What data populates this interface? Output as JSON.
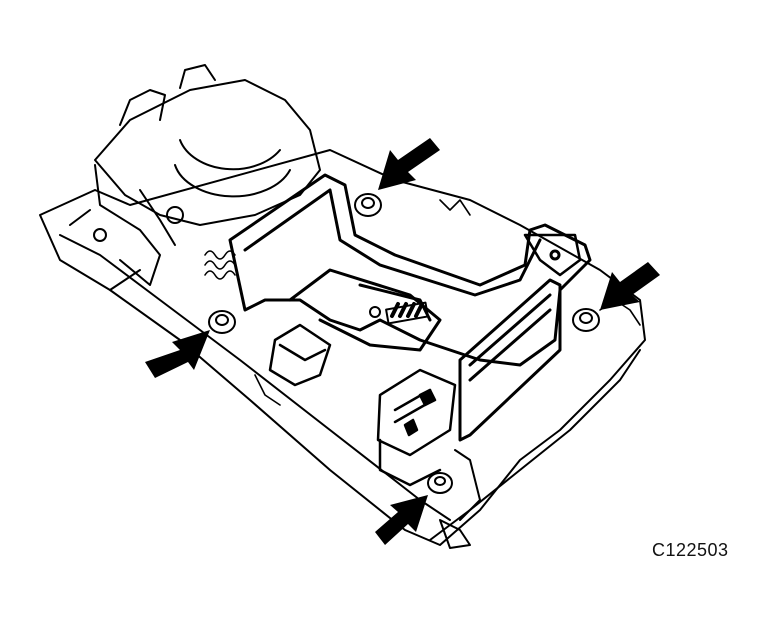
{
  "figure": {
    "reference_code": "C122503"
  },
  "callouts": [
    {
      "id": "arrow-top",
      "points_to": "screw"
    },
    {
      "id": "arrow-right",
      "points_to": "screw"
    },
    {
      "id": "arrow-left",
      "points_to": "screw"
    },
    {
      "id": "arrow-bottom",
      "points_to": "screw"
    }
  ],
  "colors": {
    "line": "#000000",
    "background": "#ffffff"
  }
}
